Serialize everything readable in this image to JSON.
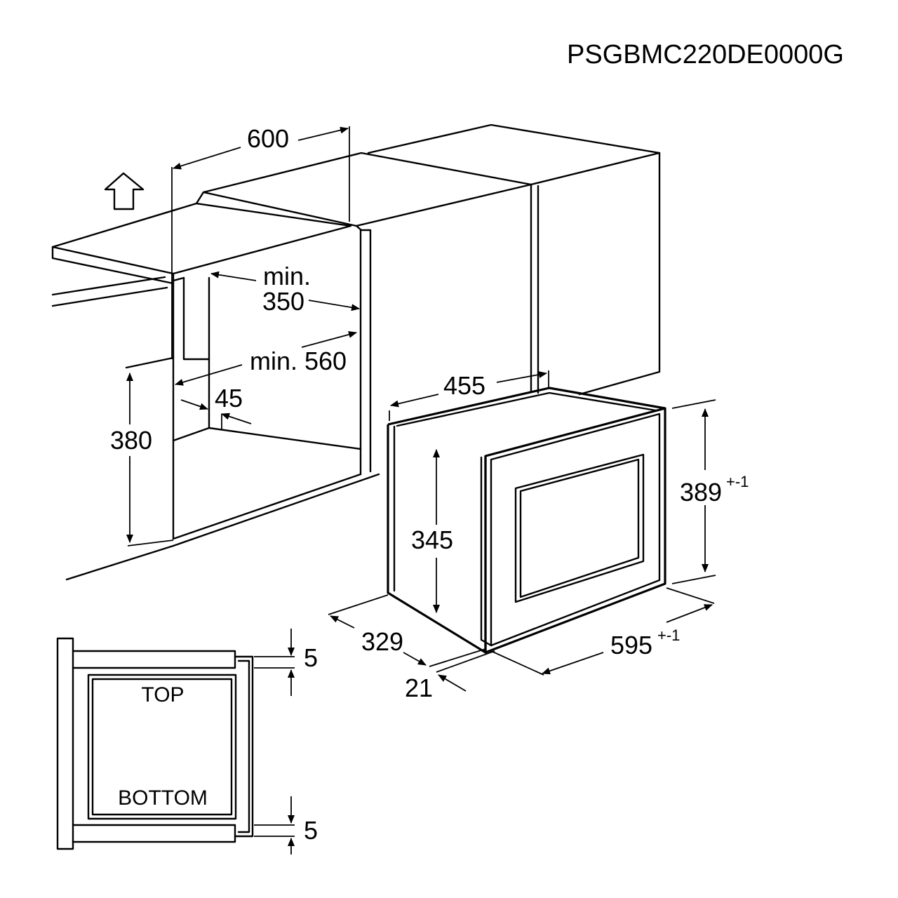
{
  "model_code": "PSGBMC220DE0000G",
  "dimensions": {
    "niche_width": "600",
    "min_depth_label": "min.",
    "min_depth_value": "350",
    "min_width": "min. 560",
    "front_offset": "45",
    "niche_height": "380",
    "appliance_depth_top": "455",
    "body_height": "345",
    "total_height": "389",
    "total_height_tolerance": "+-1",
    "body_depth": "329",
    "door_thickness": "21",
    "total_width": "595",
    "total_width_tolerance": "+-1"
  },
  "section_view": {
    "top_label": "TOP",
    "bottom_label": "BOTTOM",
    "top_gap": "5",
    "bottom_gap": "5"
  }
}
